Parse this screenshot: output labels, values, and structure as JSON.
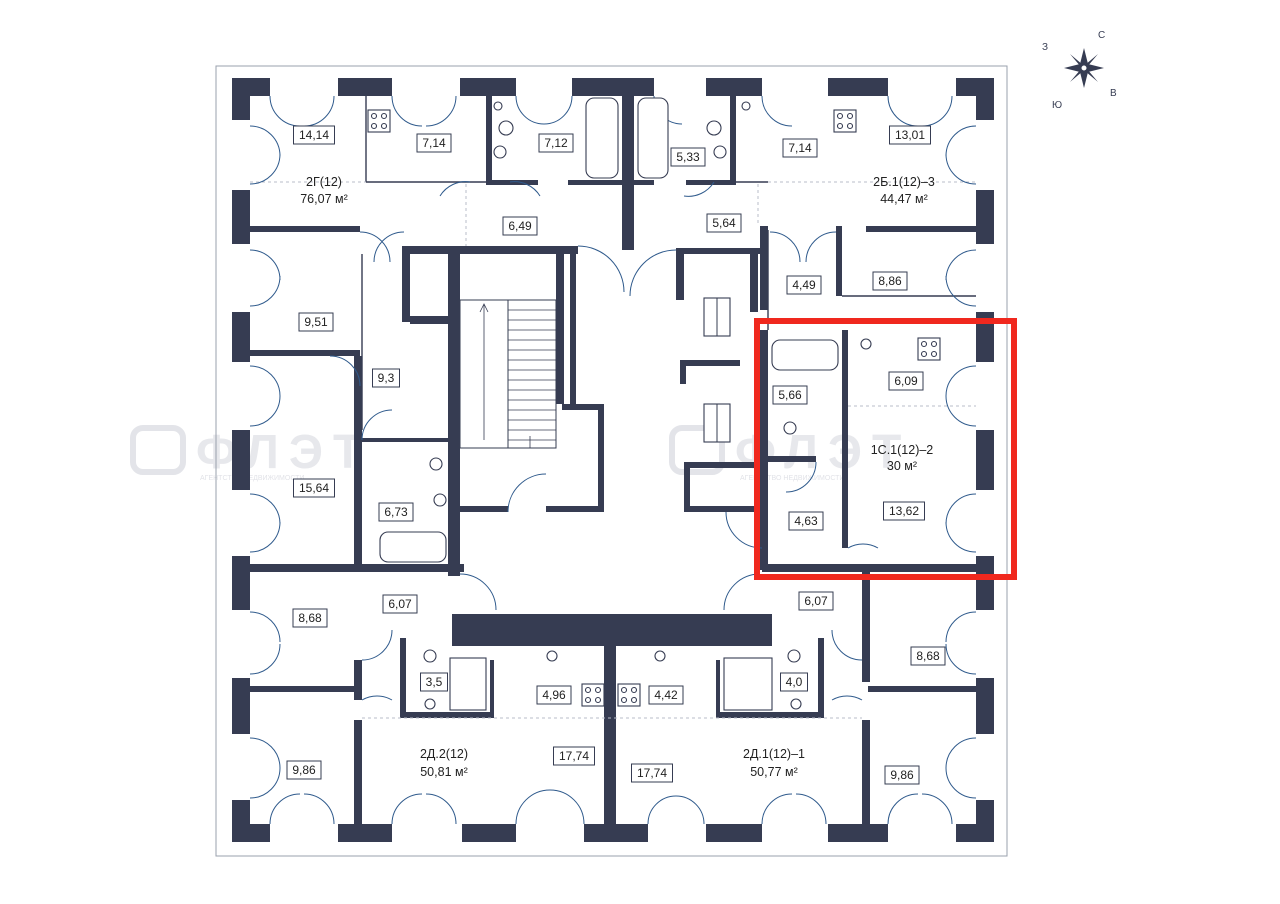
{
  "compass": {
    "n": "С",
    "w": "З",
    "s": "Ю",
    "e": "В"
  },
  "watermark": {
    "brand": "ФЛЭТ",
    "tagline": "АГЕНТСТВО НЕДВИЖИМОСТИ"
  },
  "apartments": [
    {
      "id": "apt-2g",
      "code": "2Г(12)",
      "area": "76,07 м²"
    },
    {
      "id": "apt-2b",
      "code": "2Б.1(12)–3",
      "area": "44,47 м²"
    },
    {
      "id": "apt-1s",
      "code": "1С.1(12)–2",
      "area": "30 м²",
      "highlighted": true
    },
    {
      "id": "apt-2d2",
      "code": "2Д.2(12)",
      "area": "50,81 м²"
    },
    {
      "id": "apt-2d1",
      "code": "2Д.1(12)–1",
      "area": "50,77 м²"
    }
  ],
  "rooms": [
    "14,14",
    "7,14",
    "7,12",
    "5,33",
    "7,14",
    "13,01",
    "6,49",
    "5,64",
    "4,49",
    "8,86",
    "9,51",
    "9,3",
    "5,66",
    "6,09",
    "15,64",
    "6,73",
    "4,63",
    "13,62",
    "6,07",
    "6,07",
    "8,68",
    "8,68",
    "3,5",
    "4,96",
    "4,42",
    "4,0",
    "17,74",
    "17,74",
    "9,86",
    "9,86"
  ]
}
